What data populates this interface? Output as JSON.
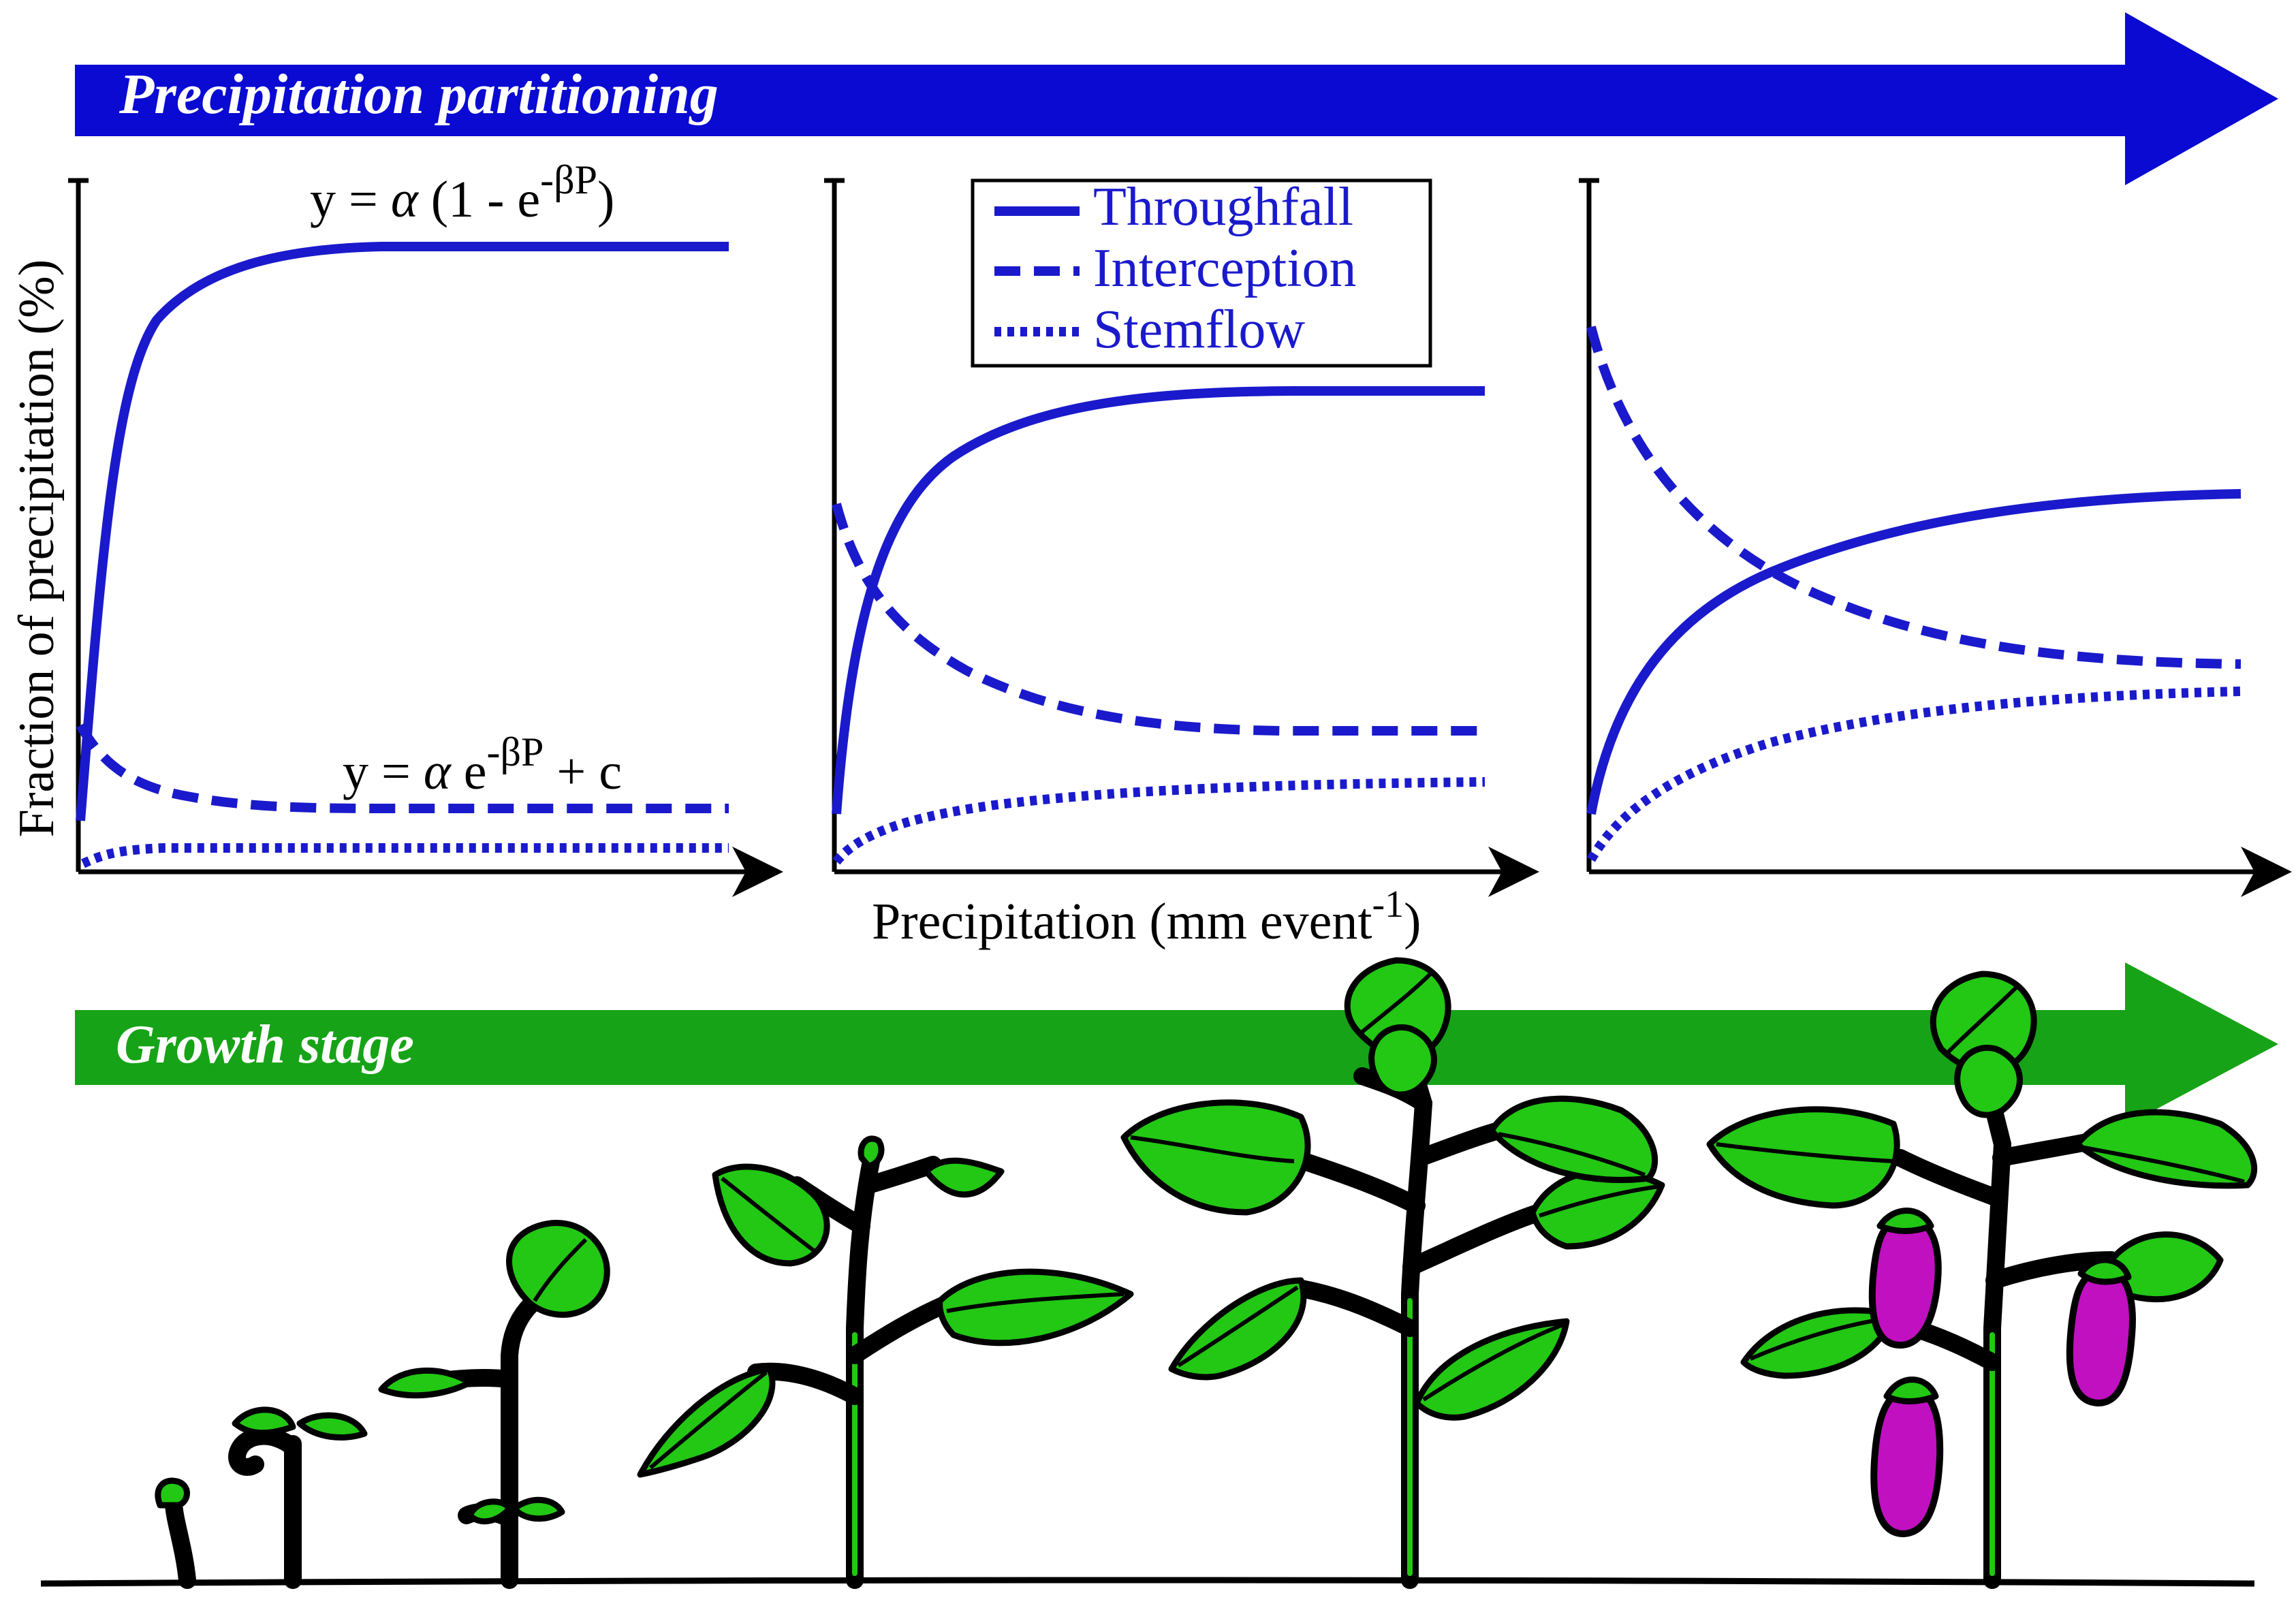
{
  "banners": {
    "partitioning": "Precipitation partitioning",
    "growth": "Growth stage"
  },
  "axes": {
    "ylabel": "Fraction of precipitation (%)",
    "xlabel_main": "Precipitation (mm event",
    "xlabel_sup": "-1",
    "xlabel_close": ")"
  },
  "equations": {
    "saturating": {
      "pre": "y = ",
      "alpha": "α",
      "mid": " (1 - e",
      "sup": "-βP",
      "post": ")"
    },
    "decay": {
      "pre": "y = ",
      "alpha": "α",
      "mid": " e",
      "sup": "-βP",
      "post": " + c"
    }
  },
  "legend": [
    {
      "label": "Throughfall",
      "style": "solid"
    },
    {
      "label": "Interception",
      "style": "dashed"
    },
    {
      "label": "Stemflow",
      "style": "dotted"
    }
  ],
  "colors": {
    "series": "#1a1acc",
    "partitioning_banner": "#0a0ad2",
    "growth_banner": "#17a317",
    "leaf": "#22c814",
    "fruit": "#c010c0"
  },
  "stages": [
    "seedling-1",
    "seedling-2",
    "seedling-3",
    "young-plant",
    "mature-plant",
    "fruiting-plant"
  ]
}
